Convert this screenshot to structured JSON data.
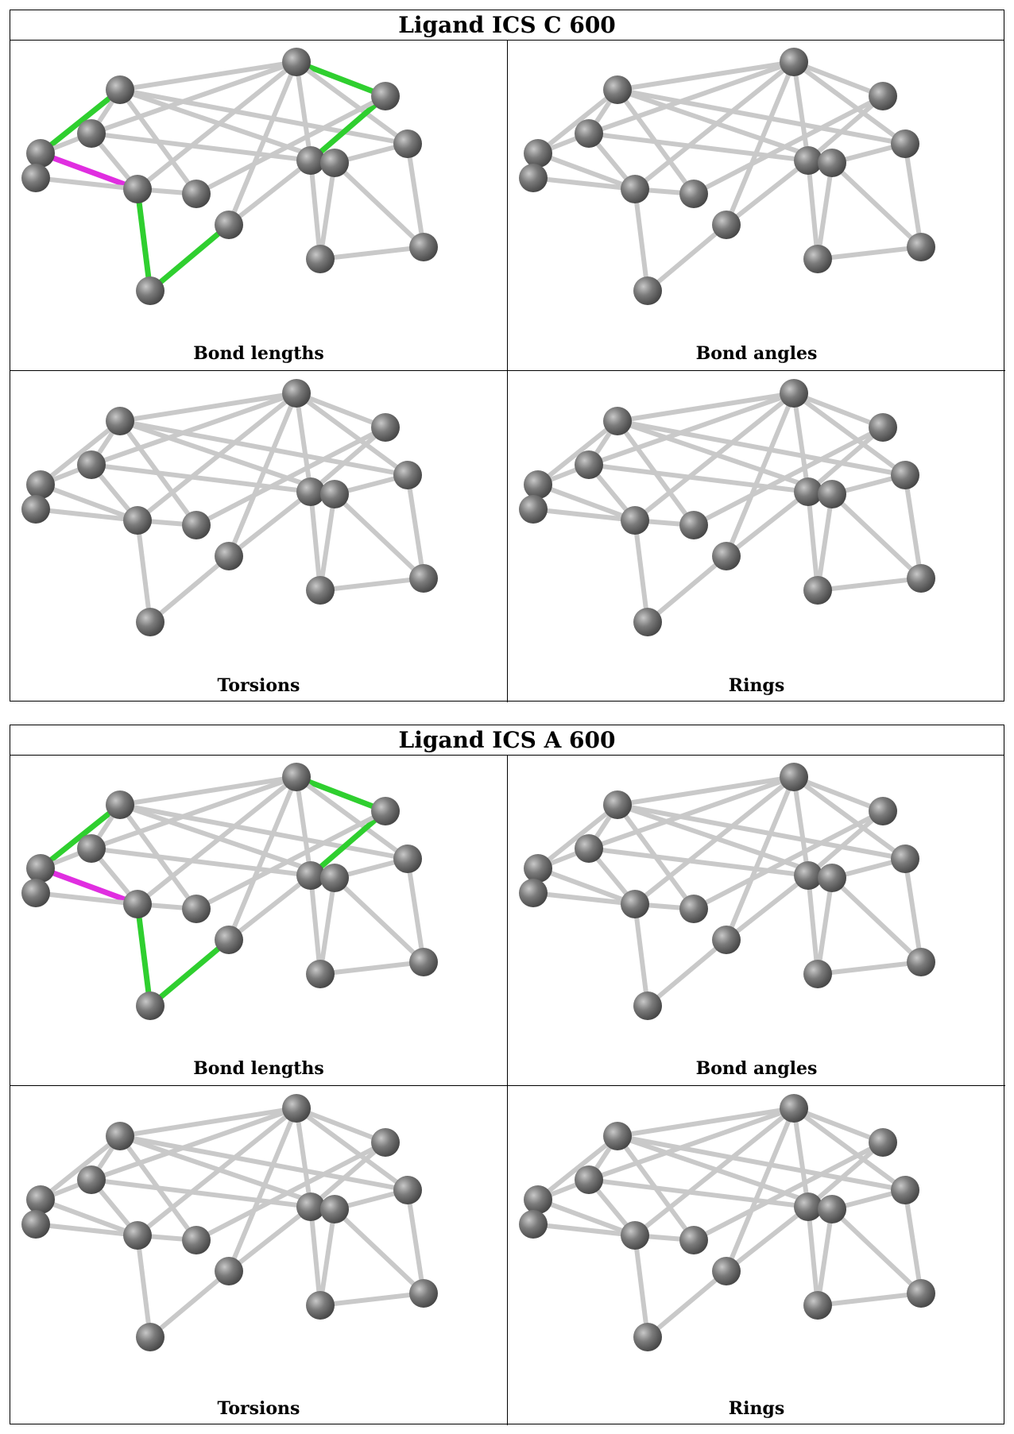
{
  "colors": {
    "bond": "#c9c9c9",
    "bond_highlight_green": "#2fcf2f",
    "bond_highlight_magenta": "#e02ee0",
    "atom": "#7b7b7b"
  },
  "panels": [
    {
      "title": "Ligand ICS C 600",
      "cells": [
        {
          "label": "Bond lengths",
          "highlight": true
        },
        {
          "label": "Bond angles",
          "highlight": false
        },
        {
          "label": "Torsions",
          "highlight": false
        },
        {
          "label": "Rings",
          "highlight": false
        }
      ]
    },
    {
      "title": "Ligand ICS A 600",
      "cells": [
        {
          "label": "Bond lengths",
          "highlight": true
        },
        {
          "label": "Bond angles",
          "highlight": false
        },
        {
          "label": "Torsions",
          "highlight": false
        },
        {
          "label": "Rings",
          "highlight": false
        }
      ]
    }
  ]
}
